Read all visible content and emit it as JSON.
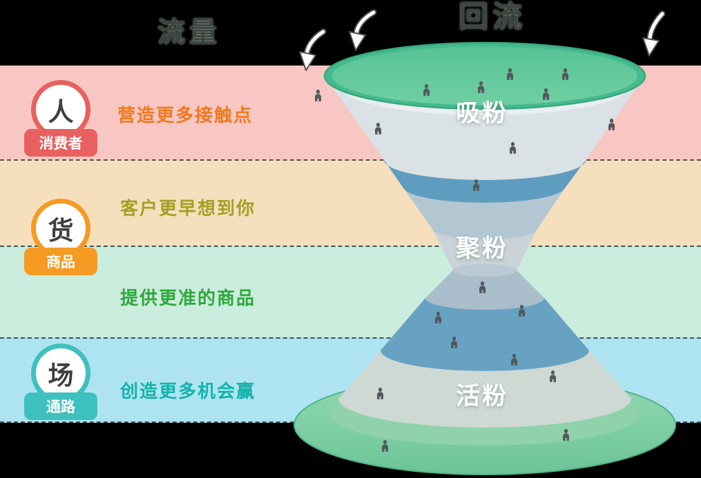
{
  "top_fragments": {
    "left": "流量",
    "right": "回流"
  },
  "bands": [
    {
      "text": "营造更多接触点",
      "bg": "#f8c6c3",
      "text_color": "#f0791d"
    },
    {
      "text": "客户更早想到你",
      "bg": "#f6dfbc",
      "text_color": "#a3a024"
    },
    {
      "text": "提供更准的商品",
      "bg": "#cbeddd",
      "text_color": "#2ea83c"
    },
    {
      "text": "创造更多机会赢",
      "bg": "#aee4f2",
      "text_color": "#14b3ab"
    }
  ],
  "badges": [
    {
      "char": "人",
      "label": "消费者",
      "color": "#e8605f"
    },
    {
      "char": "货",
      "label": "商品",
      "color": "#f59a23"
    },
    {
      "char": "场",
      "label": "通路",
      "color": "#3fc0c0"
    }
  ],
  "funnel": {
    "stages": [
      {
        "label": "吸粉",
        "section": "top-opening"
      },
      {
        "label": "聚粉",
        "section": "waist"
      },
      {
        "label": "活粉",
        "section": "bottom-cone"
      }
    ],
    "person_icon_count": 19,
    "arrow_icon_count": 3,
    "colors": {
      "opening_green": "#45ba8e",
      "upper_blue_ring": "#5f9dc0",
      "lower_blue_ring": "#68a2c3",
      "gray_body": "#cad3d8",
      "bottom_rim_green": "#8fd2ac",
      "base_disc_green": "#84d0a7"
    }
  },
  "icons": {
    "person": "person-silhouette",
    "arrow": "curved-down-arrow"
  }
}
